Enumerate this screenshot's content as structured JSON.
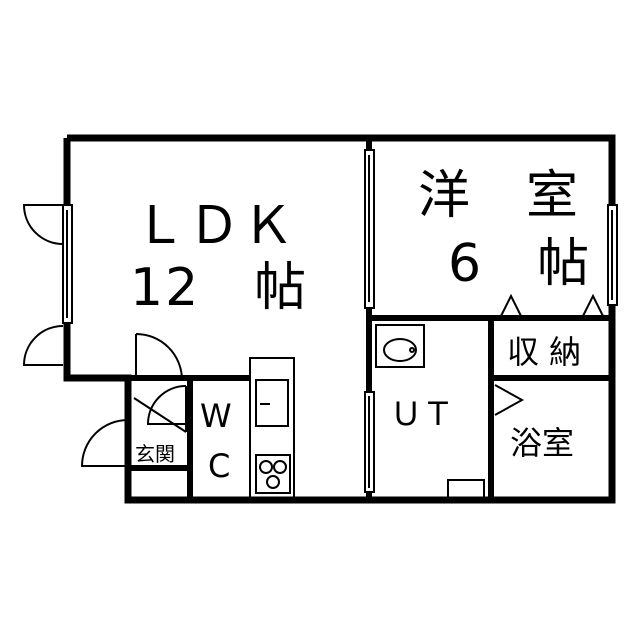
{
  "rooms": {
    "ldk": {
      "line1": "ＬＤＫ",
      "line2": "12　帖"
    },
    "western": {
      "line1": "洋　室",
      "line2": "6　帖"
    },
    "storage": {
      "label": "収 納"
    },
    "utility": {
      "label": "ＵＴ"
    },
    "bath": {
      "label": "浴室"
    },
    "entrance": {
      "label": "玄関"
    },
    "wc": {
      "line1": "W",
      "line2": "C"
    }
  }
}
